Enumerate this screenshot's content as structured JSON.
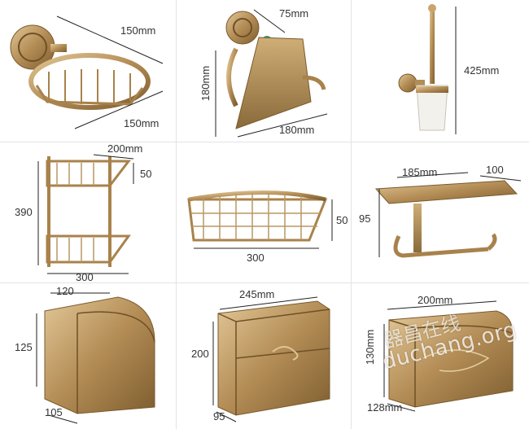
{
  "colors": {
    "brass_dark": "#8a6a3a",
    "brass_mid": "#b8925a",
    "brass_light": "#d9bd8c",
    "line": "#222222",
    "divider": "#e3e3e3"
  },
  "products": [
    {
      "dims": [
        "150mm",
        "150mm"
      ]
    },
    {
      "dims": [
        "75mm",
        "180mm",
        "180mm"
      ]
    },
    {
      "dims": [
        "425mm"
      ]
    },
    {
      "dims": [
        "200mm",
        "50",
        "390",
        "300"
      ]
    },
    {
      "dims": [
        "50",
        "300"
      ]
    },
    {
      "dims": [
        "185mm",
        "100",
        "95"
      ]
    },
    {
      "dims": [
        "120",
        "125",
        "105"
      ]
    },
    {
      "dims": [
        "245mm",
        "200",
        "95"
      ]
    },
    {
      "dims": [
        "200mm",
        "130mm",
        "128mm"
      ]
    }
  ],
  "watermark": {
    "cn": "器昌在线",
    "url": "duchang.org"
  }
}
